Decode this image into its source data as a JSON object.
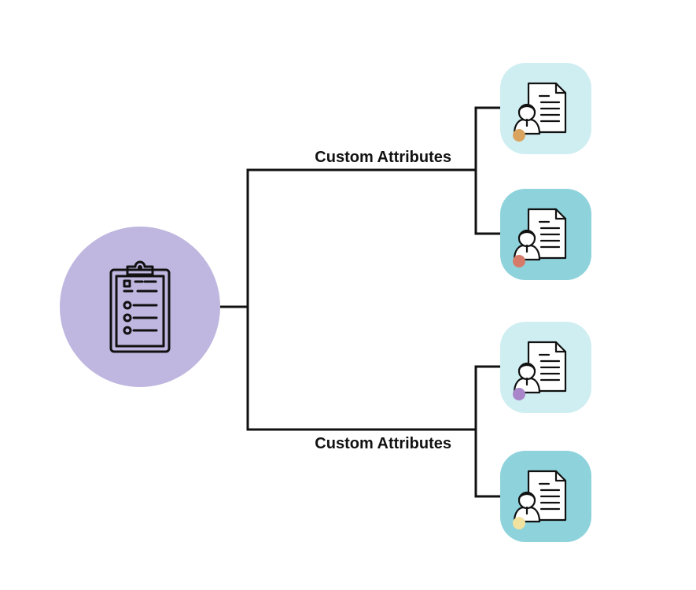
{
  "colors": {
    "background": "#ffffff",
    "connector": "#111111",
    "root_fill": "#bfb7e0",
    "leaf_light": "#cfeef2",
    "leaf_dark": "#8ed3dc",
    "icon_stroke": "#111111"
  },
  "root": {
    "icon": "clipboard-checklist-icon"
  },
  "branches": [
    {
      "label": "Custom Attributes",
      "leaves": [
        {
          "icon": "user-document-icon",
          "tone": "light",
          "dot_color": "#d9a460"
        },
        {
          "icon": "user-document-icon",
          "tone": "dark",
          "dot_color": "#d67b6a"
        }
      ]
    },
    {
      "label": "Custom Attributes",
      "leaves": [
        {
          "icon": "user-document-icon",
          "tone": "light",
          "dot_color": "#a886c9"
        },
        {
          "icon": "user-document-icon",
          "tone": "dark",
          "dot_color": "#f2e2a0"
        }
      ]
    }
  ]
}
